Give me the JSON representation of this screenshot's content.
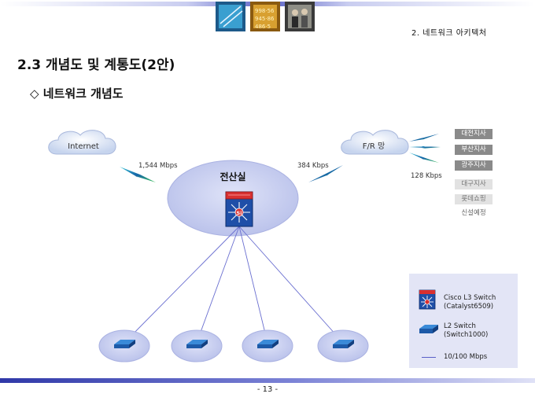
{
  "header": {
    "chapter": "2. 네트워크 아키텍처"
  },
  "title": "2.3 개념도 및 계통도(2안)",
  "subtitle": "◇ 네트워크 개념도",
  "diagram": {
    "internet": "Internet",
    "fr_network": "F/R 망",
    "center": "전산실",
    "switch_badge": "Si",
    "speed_internet": "1,544 Mbps",
    "speed_fr": "384 Kbps",
    "speed_branch": "128 Kbps",
    "branches_active": [
      "대전지사",
      "부산지사",
      "광주지사"
    ],
    "branches_planned": [
      "대구지사",
      "롯데쇼핑"
    ],
    "planned_note": "신설예정"
  },
  "legend": {
    "l3": [
      "Cisco L3 Switch",
      "(Catalyst6509)"
    ],
    "l2": [
      "L2 Switch",
      "(Switch1000)"
    ],
    "link": "10/100 Mbps"
  },
  "footer": {
    "page": "- 13 -"
  },
  "colors": {
    "ellipse_fill": "#c9d0f0",
    "cloud_fill": "#d6e1f4",
    "line": "#5a5fc8",
    "legend_bg": "#e3e5f6",
    "top_bar": "#4a52b8"
  }
}
